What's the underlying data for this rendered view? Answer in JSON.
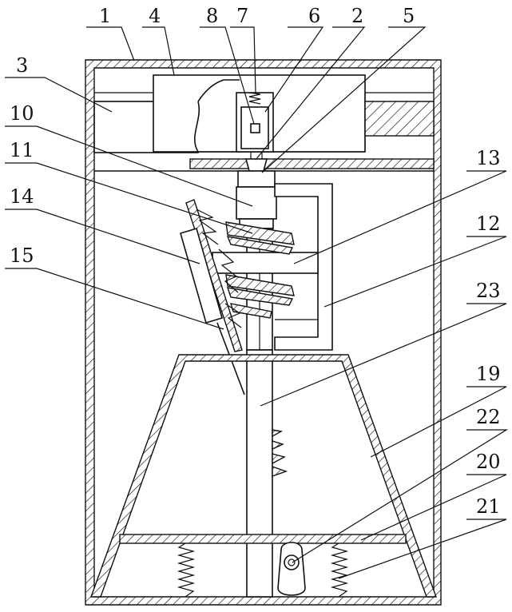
{
  "callouts": [
    {
      "id": "c1",
      "text": "1"
    },
    {
      "id": "c4",
      "text": "4"
    },
    {
      "id": "c8",
      "text": "8"
    },
    {
      "id": "c7",
      "text": "7"
    },
    {
      "id": "c6",
      "text": "6"
    },
    {
      "id": "c2",
      "text": "2"
    },
    {
      "id": "c5",
      "text": "5"
    },
    {
      "id": "c3",
      "text": "3"
    },
    {
      "id": "c10",
      "text": "10"
    },
    {
      "id": "c11",
      "text": "11"
    },
    {
      "id": "c13",
      "text": "13"
    },
    {
      "id": "c14",
      "text": "14"
    },
    {
      "id": "c12",
      "text": "12"
    },
    {
      "id": "c15",
      "text": "15"
    },
    {
      "id": "c23",
      "text": "23"
    },
    {
      "id": "c19",
      "text": "19"
    },
    {
      "id": "c22",
      "text": "22"
    },
    {
      "id": "c20",
      "text": "20"
    },
    {
      "id": "c21",
      "text": "21"
    }
  ]
}
